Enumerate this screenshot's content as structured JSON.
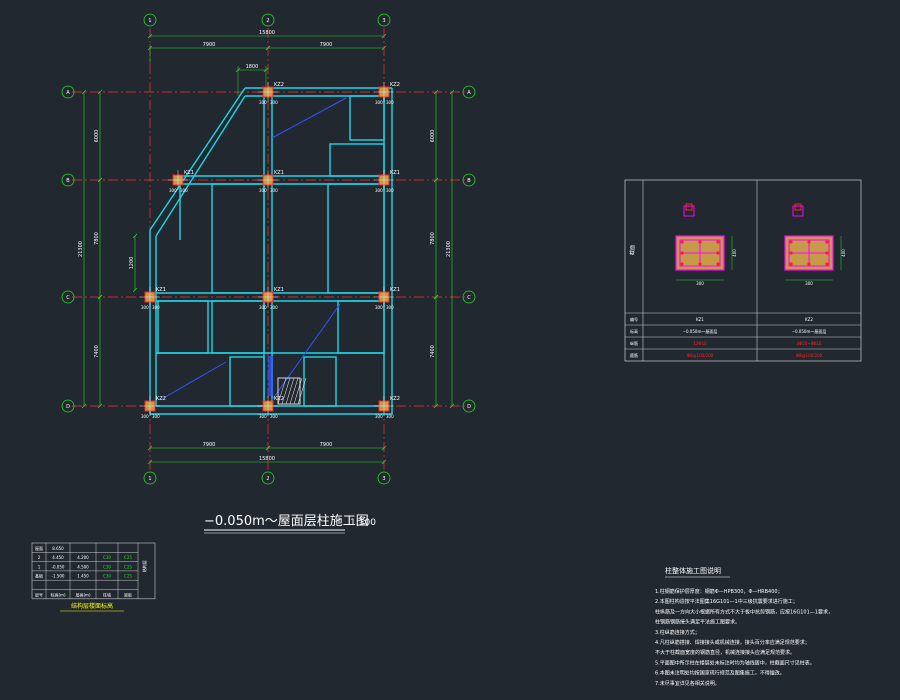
{
  "plan": {
    "title": "−0.050m～屋面层柱施工图",
    "scale": "1:100",
    "axes_x": [
      "1",
      "2",
      "3"
    ],
    "axes_y": [
      "A",
      "B",
      "C",
      "D"
    ],
    "dim_top_total": "15800",
    "dim_top_spans": [
      "7900",
      "7900"
    ],
    "dim_bottom_total": "15800",
    "dim_bottom_spans": [
      "7900",
      "7900"
    ],
    "dim_left_total": "21300",
    "dim_left_spans": [
      "6000",
      "7800",
      "7400"
    ],
    "dim_right_total": "21300",
    "dim_right_spans": [
      "6000",
      "7800",
      "7400"
    ],
    "dim_small_left": "1200",
    "dim_small_top": "1800",
    "col_dim": "300",
    "columns": [
      {
        "label": "KZ2"
      },
      {
        "label": "KZ2"
      },
      {
        "label": "KZ1"
      },
      {
        "label": "KZ1"
      },
      {
        "label": "KZ1"
      },
      {
        "label": "KZ1"
      },
      {
        "label": "KZ1"
      },
      {
        "label": "KZ1"
      },
      {
        "label": "KZ2"
      },
      {
        "label": "KZ2"
      },
      {
        "label": "KZ2"
      }
    ]
  },
  "column_table": {
    "side_header": "截面",
    "row_headers": [
      "编号",
      "标高",
      "纵筋",
      "箍筋"
    ],
    "cols": [
      {
        "dim_w": "300",
        "dim_h": "400",
        "code": "KZ1",
        "elev": "−0.050m～屋面层",
        "main_bar": "12Φ16",
        "stirrup": "Φ8@100/200"
      },
      {
        "dim_w": "300",
        "dim_h": "400",
        "code": "KZ2",
        "elev": "−0.050m～屋面层",
        "main_bar": "4Φ20+8Φ16",
        "stirrup": "Φ8@100/200"
      }
    ]
  },
  "floor_table": {
    "title": "结构层楼面标高",
    "side_label": "结构层",
    "rows": [
      {
        "floor": "屋面",
        "elev": "8.650",
        "height": "",
        "conc": "",
        "note": ""
      },
      {
        "floor": "2",
        "elev": "4.450",
        "height": "4.200",
        "conc": "C30",
        "note": "C25"
      },
      {
        "floor": "1",
        "elev": "-0.050",
        "height": "4.500",
        "conc": "C30",
        "note": "C25"
      },
      {
        "floor": "基础",
        "elev": "-1.500",
        "height": "1.450",
        "conc": "C30",
        "note": "C25"
      }
    ],
    "footer": [
      "层号",
      "标高(m)",
      "层高(m)",
      "柱墙",
      "梁板"
    ]
  },
  "notes": {
    "title": "柱整体施工图说明",
    "lines": [
      "1.柱钢筋保护层厚度：钢筋Φ—HPB300，Φ—HRB400；",
      "2.本图柱构造按平法图集16G101—1中三级抗震要求进行施工；",
      "  柱纵筋及一方向大小根据所有方式不大于板中抗剪钢筋，应按16G101—1要求，",
      "  柱钢筋钢筋接头满足平法施工图要求。",
      "3.柱纵筋连接方式；",
      "4.凡柱纵筋搭接、焊接接头或机械连接，接头百分率应满足规范要求；",
      "  不大于柱截面宽度的钢筋直径，机械连接接头应满足规范要求。",
      "5.平面图中所示柱在楼层处未标注时均为轴线居中，柱截面尺寸见柱表。",
      "6.本图未注明处均按国家现行规范及图集施工，不得擅改。",
      "7.未尽事宜详见各相关说明。"
    ]
  },
  "colors": {
    "background": "#212830",
    "axis": "#ff3030",
    "beam": "#1cd6e8",
    "dim": "#22dd22",
    "text": "#ffffff",
    "column": "#ff2020",
    "column_fill": "#c79a4a",
    "yellow": "#ffff00",
    "magenta": "#ff00ff",
    "diag": "#3355ff",
    "table_line": "#cccccc"
  }
}
